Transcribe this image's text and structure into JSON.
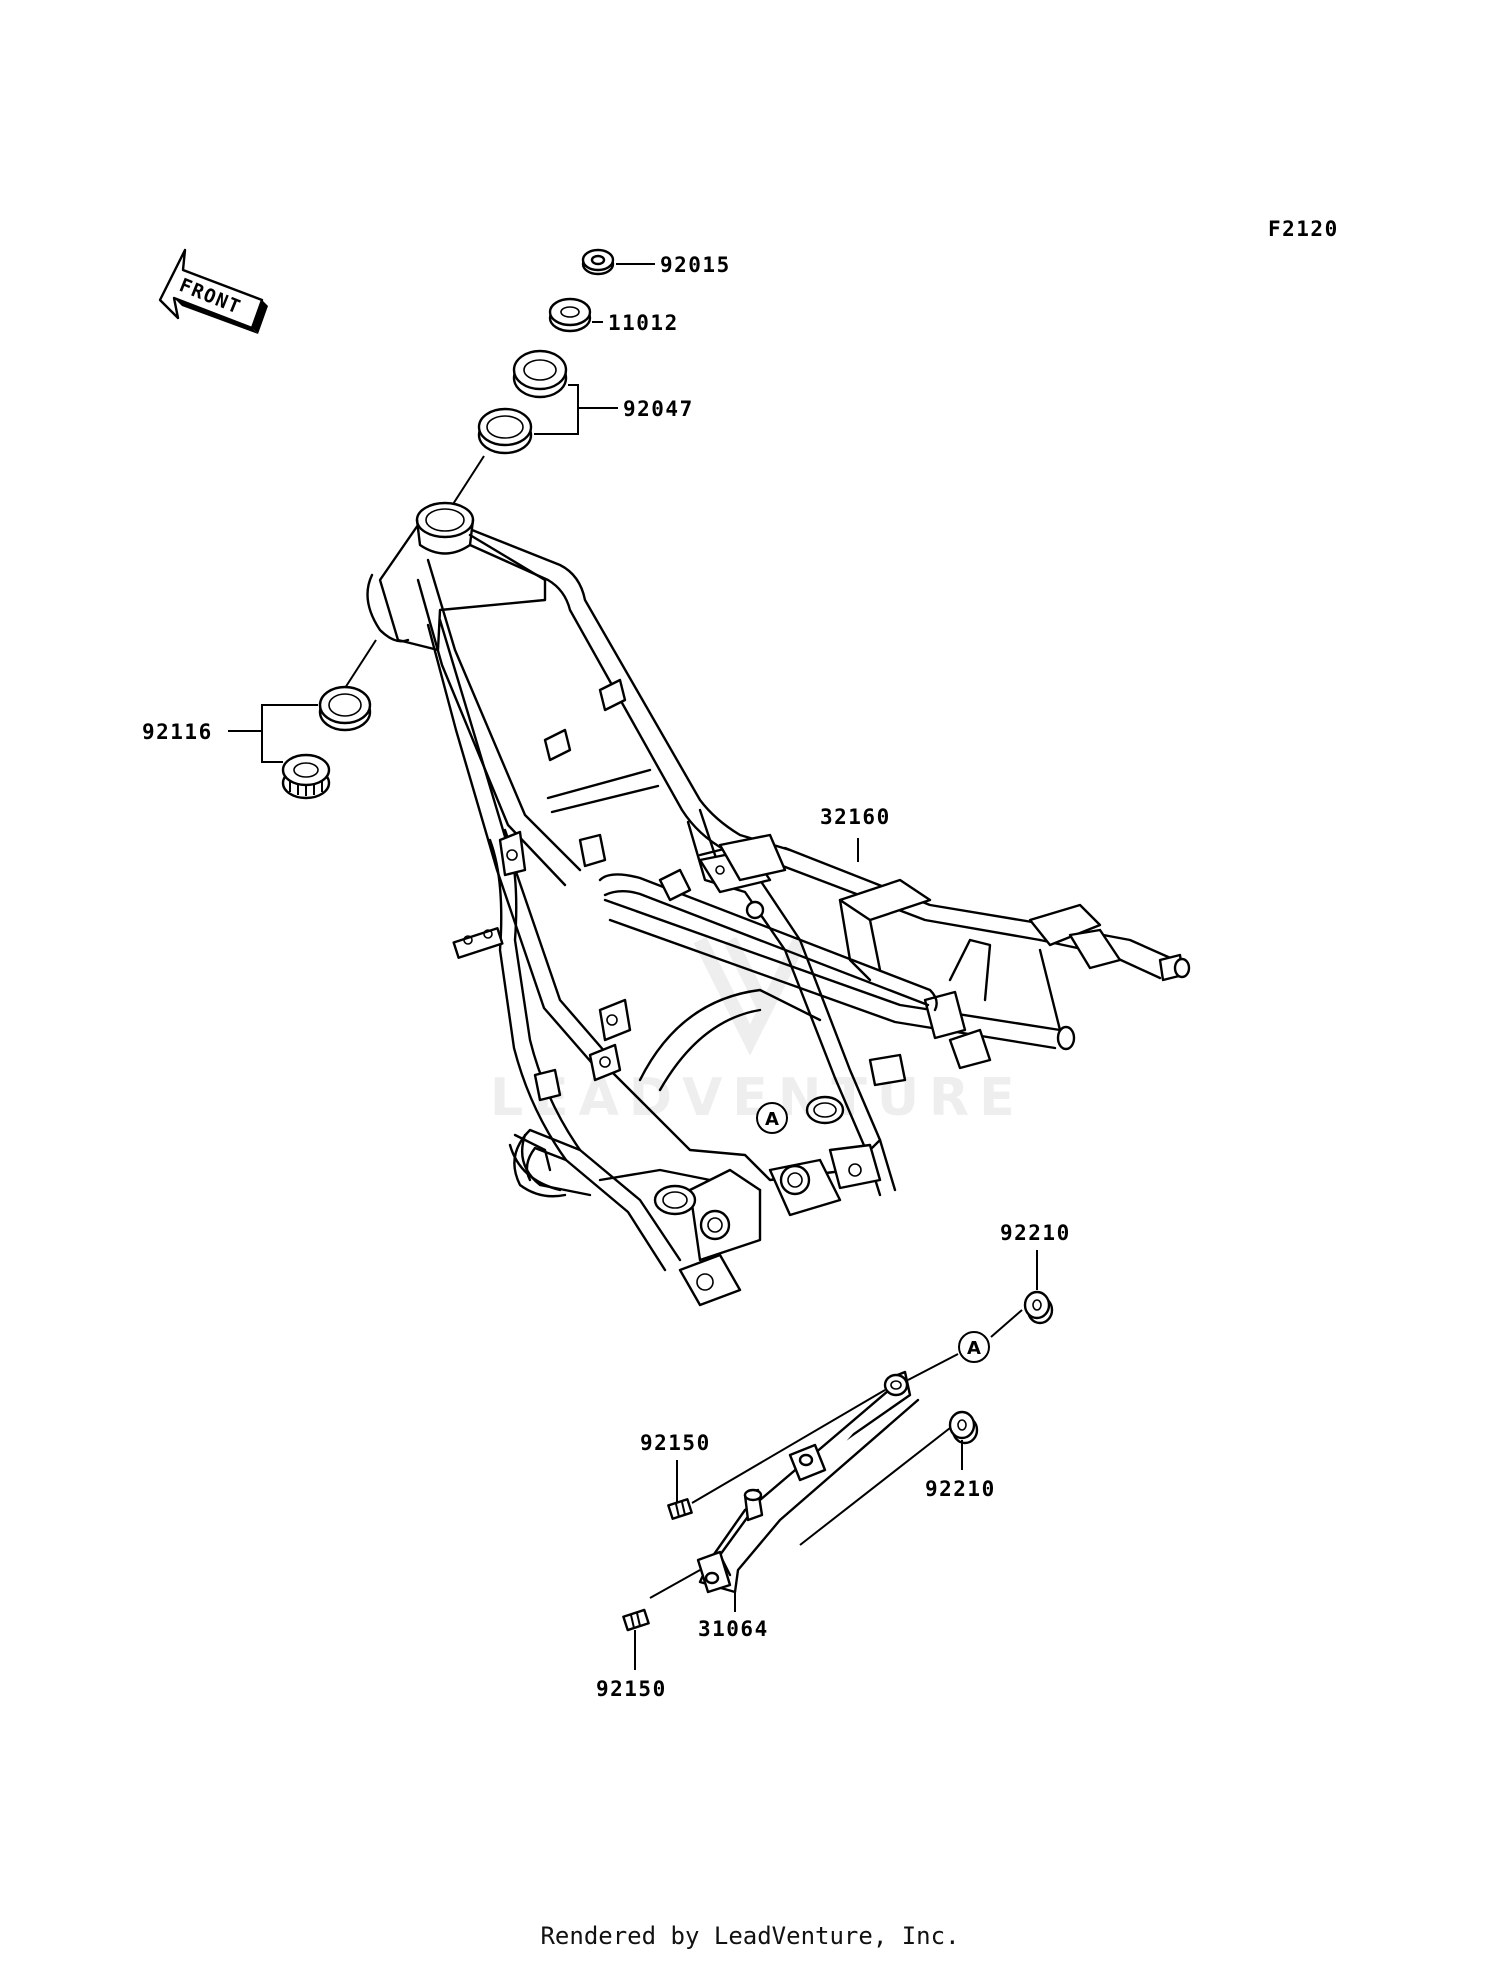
{
  "diagram_code": "F2120",
  "front_marker": "FRONT",
  "watermark": "LEADVENTURE",
  "ref_marker": "A",
  "parts": {
    "p92015": "92015",
    "p11012": "11012",
    "p92047": "92047",
    "p92116": "92116",
    "p32160": "32160",
    "p92210_top": "92210",
    "p92210_mid": "92210",
    "p92150_top": "92150",
    "p92150_bottom": "92150",
    "p31064": "31064"
  },
  "credit": "Rendered by LeadVenture, Inc."
}
